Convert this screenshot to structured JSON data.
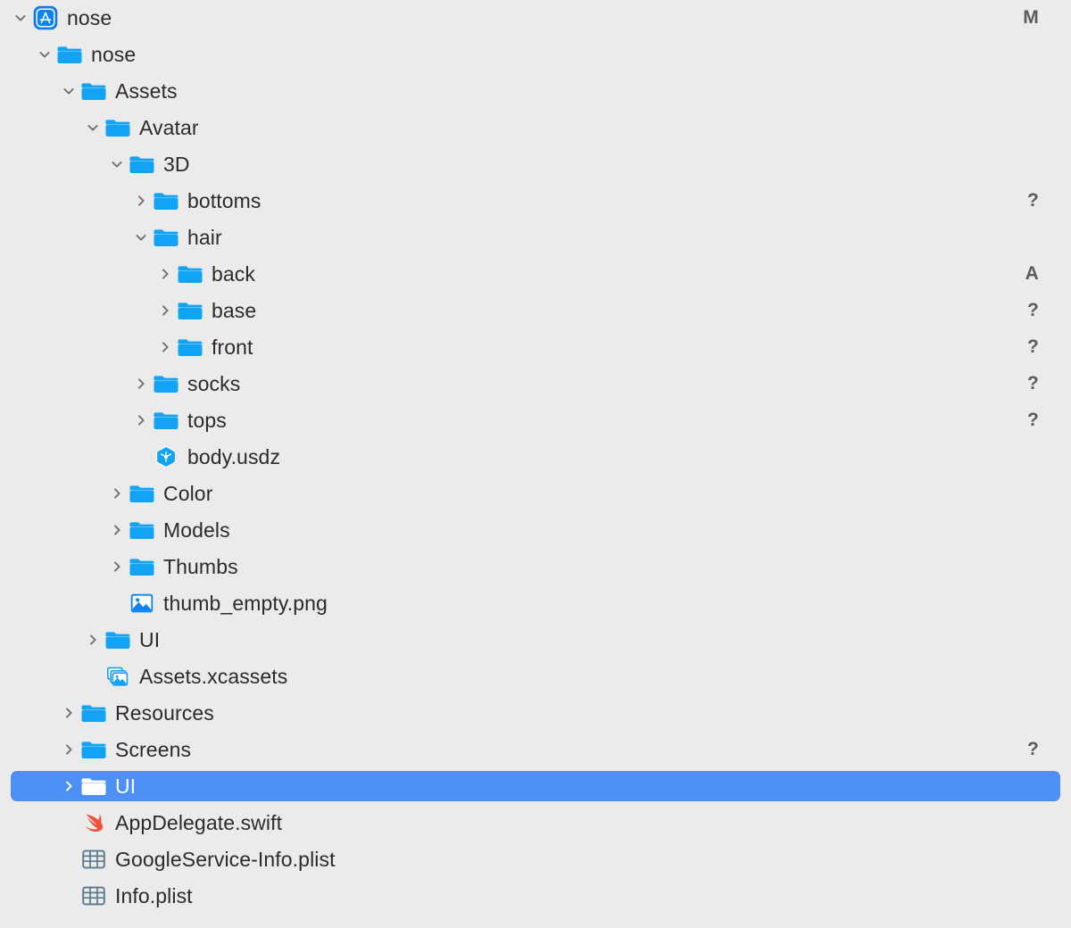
{
  "navigator": {
    "selection_color": "#4d90f5",
    "background_color": "#ebebeb",
    "folder_color": "#13a3f5",
    "swift_color": "#f05138",
    "plist_color": "#5b7a8c",
    "rows": [
      {
        "label": "nose",
        "icon": "app-icon",
        "depth": 0,
        "twisty": "down",
        "status": "M"
      },
      {
        "label": "nose",
        "icon": "folder-icon",
        "depth": 1,
        "twisty": "down",
        "status": ""
      },
      {
        "label": "Assets",
        "icon": "folder-icon",
        "depth": 2,
        "twisty": "down",
        "status": ""
      },
      {
        "label": "Avatar",
        "icon": "folder-icon",
        "depth": 3,
        "twisty": "down",
        "status": ""
      },
      {
        "label": "3D",
        "icon": "folder-icon",
        "depth": 4,
        "twisty": "down",
        "status": ""
      },
      {
        "label": "bottoms",
        "icon": "folder-icon",
        "depth": 5,
        "twisty": "right",
        "status": "?"
      },
      {
        "label": "hair",
        "icon": "folder-icon",
        "depth": 5,
        "twisty": "down",
        "status": ""
      },
      {
        "label": "back",
        "icon": "folder-icon",
        "depth": 6,
        "twisty": "right",
        "status": "A"
      },
      {
        "label": "base",
        "icon": "folder-icon",
        "depth": 6,
        "twisty": "right",
        "status": "?"
      },
      {
        "label": "front",
        "icon": "folder-icon",
        "depth": 6,
        "twisty": "right",
        "status": "?"
      },
      {
        "label": "socks",
        "icon": "folder-icon",
        "depth": 5,
        "twisty": "right",
        "status": "?"
      },
      {
        "label": "tops",
        "icon": "folder-icon",
        "depth": 5,
        "twisty": "right",
        "status": "?"
      },
      {
        "label": "body.usdz",
        "icon": "usdz-icon",
        "depth": 5,
        "twisty": "none",
        "status": ""
      },
      {
        "label": "Color",
        "icon": "folder-icon",
        "depth": 4,
        "twisty": "right",
        "status": ""
      },
      {
        "label": "Models",
        "icon": "folder-icon",
        "depth": 4,
        "twisty": "right",
        "status": ""
      },
      {
        "label": "Thumbs",
        "icon": "folder-icon",
        "depth": 4,
        "twisty": "right",
        "status": ""
      },
      {
        "label": "thumb_empty.png",
        "icon": "image-icon",
        "depth": 4,
        "twisty": "none",
        "status": ""
      },
      {
        "label": "UI",
        "icon": "folder-icon",
        "depth": 3,
        "twisty": "right",
        "status": ""
      },
      {
        "label": "Assets.xcassets",
        "icon": "xcassets-icon",
        "depth": 3,
        "twisty": "none",
        "status": ""
      },
      {
        "label": "Resources",
        "icon": "folder-icon",
        "depth": 2,
        "twisty": "right",
        "status": ""
      },
      {
        "label": "Screens",
        "icon": "folder-icon",
        "depth": 2,
        "twisty": "right",
        "status": "?"
      },
      {
        "label": "UI",
        "icon": "folder-icon",
        "depth": 2,
        "twisty": "right",
        "status": "",
        "selected": true
      },
      {
        "label": "AppDelegate.swift",
        "icon": "swift-icon",
        "depth": 2,
        "twisty": "none",
        "status": ""
      },
      {
        "label": "GoogleService-Info.plist",
        "icon": "plist-icon",
        "depth": 2,
        "twisty": "none",
        "status": ""
      },
      {
        "label": "Info.plist",
        "icon": "plist-icon",
        "depth": 2,
        "twisty": "none",
        "status": ""
      }
    ]
  }
}
